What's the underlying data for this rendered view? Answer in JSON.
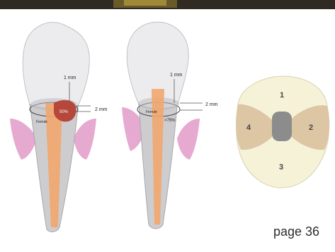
{
  "tooth_left": {
    "label_1mm": "1 mm",
    "label_2mm": "2 mm",
    "label_ferrule": "Ferrule",
    "label_percent": "50%"
  },
  "tooth_right": {
    "label_1mm": "1 mm",
    "label_2mm": "2 mm",
    "label_ferrule": "Ferrule",
    "label_percent": ">75%"
  },
  "cross_section": {
    "quadrant_top": "1",
    "quadrant_right": "2",
    "quadrant_bottom": "3",
    "quadrant_left": "4"
  },
  "footer": {
    "page_label": "page 36"
  },
  "colors": {
    "crown": "#ececee",
    "root": "#cdcdd0",
    "gingiva": "#e6a9cf",
    "post": "#f2a66d",
    "core_left": "#b5483a",
    "quadrant_light": "#f6f2d8",
    "quadrant_tan": "#dcc6a4",
    "canal": "#8c8c8c",
    "top_banner": "#2f2b22"
  }
}
